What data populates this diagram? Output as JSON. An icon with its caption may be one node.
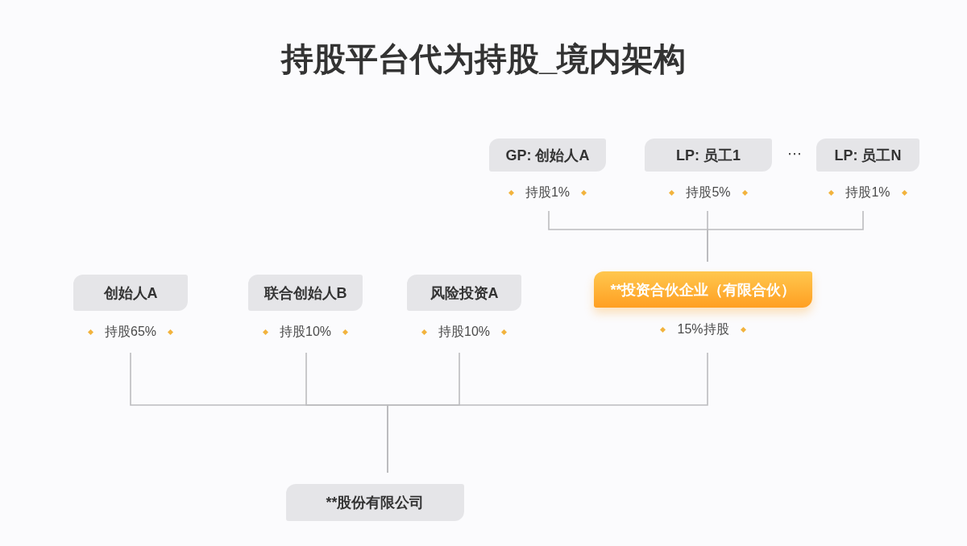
{
  "diagram": {
    "title": "持股平台代为持股_境内架构",
    "nodes": [
      {
        "text": [
          "GP: 创始人A"
        ],
        "beside": [
          "持股1%"
        ]
      },
      {
        "text": [
          "LP: 员工1"
        ],
        "beside": [
          "持股5%"
        ]
      },
      {
        "text": [
          "LP: 员工N"
        ],
        "beside": [
          "持股1%"
        ]
      },
      {
        "text": [
          "创始人A"
        ],
        "beside": [
          "持股65%"
        ]
      },
      {
        "text": [
          "联合创始人B"
        ],
        "beside": [
          "持股10%"
        ]
      },
      {
        "text": [
          "风险投资A"
        ],
        "beside": [
          "持股10%"
        ]
      },
      {
        "text": [
          "**投资合伙企业（有限合伙）"
        ],
        "beside": [
          "15%持股"
        ]
      },
      {
        "text": [
          "**股份有限公司"
        ]
      }
    ],
    "edges": [
      {
        "from": 0,
        "to": 6,
        "arrow": "none"
      },
      {
        "from": 1,
        "to": 6,
        "arrow": "none"
      },
      {
        "from": 2,
        "to": 6,
        "arrow": "none"
      },
      {
        "from": 3,
        "to": 7,
        "arrow": "none"
      },
      {
        "from": 4,
        "to": 7,
        "arrow": "none"
      },
      {
        "from": 5,
        "to": 7,
        "arrow": "none"
      },
      {
        "from": 6,
        "to": 7,
        "arrow": "none"
      }
    ],
    "labels": [
      "⋯"
    ]
  }
}
